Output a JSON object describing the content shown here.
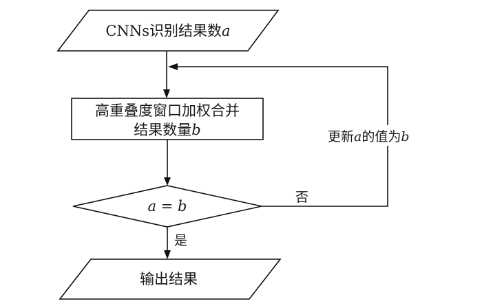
{
  "diagram": {
    "type": "flowchart",
    "nodes": [
      {
        "id": "input",
        "shape": "parallelogram",
        "text": "CNNs识别结果数",
        "var": "a"
      },
      {
        "id": "process",
        "shape": "rectangle",
        "line1": "高重叠度窗口加权合并",
        "line2": "结果数量",
        "var": "b"
      },
      {
        "id": "decision",
        "shape": "diamond",
        "left": "a",
        "op": "=",
        "right": "b"
      },
      {
        "id": "output",
        "shape": "parallelogram",
        "text": "输出结果"
      }
    ],
    "edges": [
      {
        "from": "input",
        "to": "process",
        "label": ""
      },
      {
        "from": "process",
        "to": "decision",
        "label": ""
      },
      {
        "from": "decision",
        "to": "output",
        "label": "是"
      },
      {
        "from": "decision",
        "to": "process",
        "label": "否",
        "loop_label_pre": "更新",
        "loop_var": "a",
        "loop_label_mid": "的值为",
        "loop_var2": "b"
      }
    ]
  }
}
